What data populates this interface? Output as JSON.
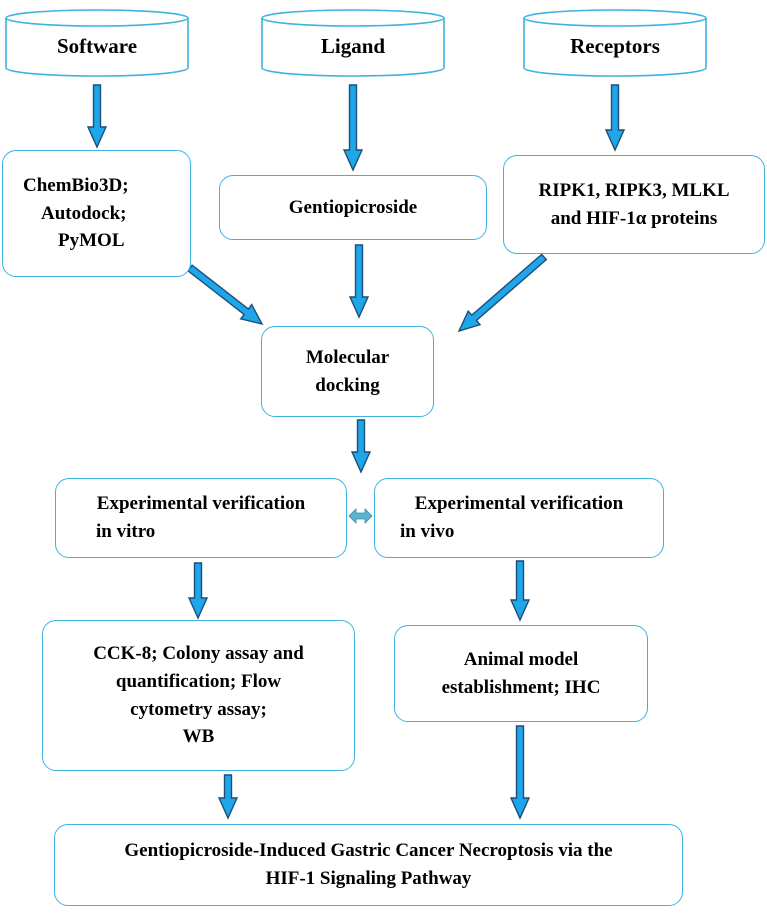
{
  "colors": {
    "border": "#3fb3e0",
    "arrow_fill": "#1fa6e8",
    "arrow_stroke": "#1b4e7a"
  },
  "sources": {
    "software": "Software",
    "ligand": "Ligand",
    "receptors": "Receptors"
  },
  "inputs": {
    "software_tools": [
      "ChemBio3D;",
      "Autodock;",
      "PyMOL"
    ],
    "ligand_name": "Gentiopicroside",
    "receptor_proteins": [
      "RIPK1, RIPK3, MLKL",
      "and HIF-1α proteins"
    ]
  },
  "docking": [
    "Molecular",
    "docking"
  ],
  "verification": {
    "in_vitro": [
      "Experimental verification",
      "in vitro"
    ],
    "in_vivo": [
      "Experimental verification",
      "in vivo"
    ]
  },
  "assays": {
    "in_vitro": [
      "CCK-8; Colony assay and",
      "quantification; Flow",
      "cytometry assay;",
      "WB"
    ],
    "in_vivo": [
      "Animal model",
      "establishment; IHC"
    ]
  },
  "conclusion": [
    "Gentiopicroside-Induced Gastric Cancer Necroptosis via the",
    "HIF-1 Signaling Pathway"
  ]
}
